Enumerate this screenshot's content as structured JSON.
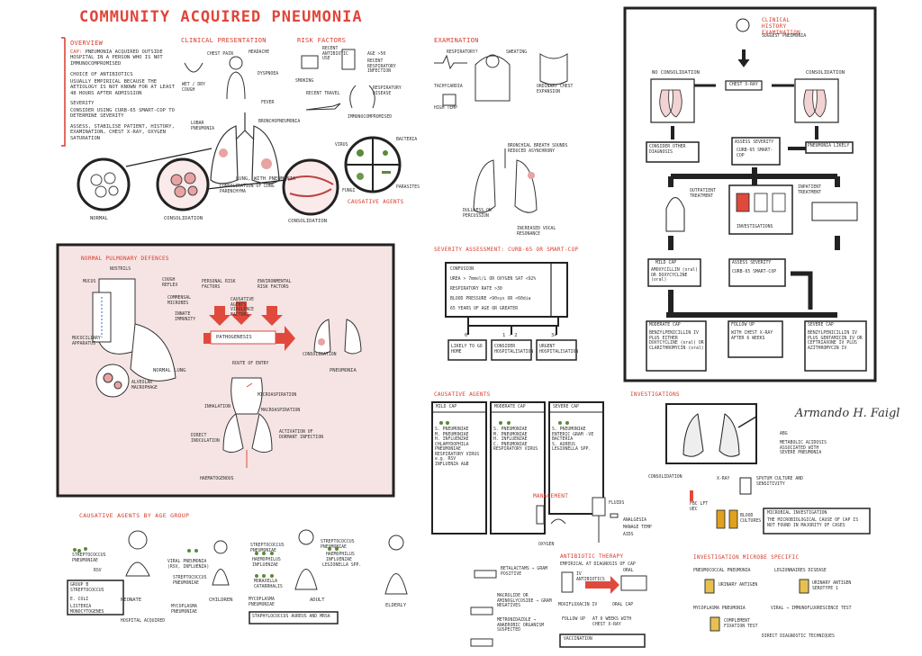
{
  "title": "COMMUNITY ACQUIRED PNEUMONIA",
  "signature": "Armando H. Faigl",
  "overview": {
    "heading": "OVERVIEW",
    "cap_label": "CAP:",
    "cap_text": "PNEUMONIA ACQUIRED OUTSIDE HOSPITAL IN A PERSON WHO IS NOT IMMUNOCOMPROMISED",
    "choice_label": "CHOICE OF ANTIBIOTICS",
    "choice_text": "USUALLY EMPIRICAL BECAUSE THE AETIOLOGY IS NOT KNOWN FOR AT LEAST 48 HOURS AFTER ADMISSION",
    "severity_label": "SEVERITY",
    "severity_text": "CONSIDER USING CURB-65 SMART-COP TO DETERMINE SEVERITY",
    "assess_text": "ASSESS, STABILISE PATIENT, HISTORY, EXAMINATION, CHEST X-RAY, OXYGEN SATURATION"
  },
  "clinical_presentation": {
    "heading": "CLINICAL PRESENTATION",
    "items": [
      "CHEST PAIN",
      "HEADACHE",
      "DYSPNOEA",
      "WET / DRY COUGH",
      "FEVER"
    ]
  },
  "risk_factors": {
    "heading": "RISK FACTORS",
    "items": [
      "RECENT ANTIBIOTIC USE",
      "AGE >50",
      "RECENT RESPIRATORY INFECTION",
      "SMOKING",
      "RECENT TRAVEL",
      "RESPIRATORY DISEASE",
      "IMMUNOCOMPROMISED"
    ]
  },
  "examination": {
    "heading": "EXAMINATION",
    "items": [
      "RESPIRATORY?",
      "SWEATING",
      "TACHYCARDIA",
      "ORDINARY CHEST EXPANSION",
      "HIGH TEMP",
      "BRONCHIAL BREATH SOUNDS REDUCED ASYNCHRONY",
      "DULLNESS ON PERCUSSION",
      "INCREASED VOCAL RESONANCE"
    ]
  },
  "lungs": {
    "normal": "NORMAL",
    "consolidation_1": "CONSOLIDATION",
    "consolidation_2": "CONSOLIDATION",
    "lobar": "LOBAR PNEUMONIA",
    "broncho": "BRONCHOPNEUMONIA",
    "caption": "LUNG, WITH PNEUMONIA",
    "caption2": "CONSOLIDATION OF LUNG PARENCHYMA"
  },
  "agents_circle": {
    "heading": "CAUSATIVE AGENTS",
    "items": [
      "VIRUS",
      "BACTERIA",
      "FUNGI",
      "PARASITES"
    ]
  },
  "defences": {
    "heading": "NORMAL PULMONARY DEFENCES",
    "items": [
      "NOSTRILS",
      "MUCUS",
      "COUGH REFLEX",
      "COMMENSAL MICROBES",
      "INNATE IMMUNITY",
      "MUCOCILIARY APPARATUS",
      "ALVEOLAR MACROPHAGE"
    ],
    "personal": "PERSONAL RISK FACTORS",
    "environment": "ENVIRONMENTAL RISK FACTORS",
    "causative": "CAUSATIVE AGENTS VIRULENCE FACTORS",
    "pathogenesis": "PATHOGENESIS",
    "normal_lung": "NORMAL LUNG",
    "consolidation": "CONSOLIDATION",
    "pneumonia": "PNEUMONIA",
    "route": "ROUTE OF ENTRY",
    "routes": [
      "INHALATION",
      "MICROASPIRATION",
      "MACROASPIRATION",
      "DIRECT INOCULATION",
      "ACTIVATION OF DORMANT INFECTION",
      "HAEMATOGENOUS"
    ]
  },
  "severity": {
    "heading": "SEVERITY ASSESSMENT: CURB-65 OR SMART-COP",
    "lines": [
      "CONFUSION",
      "UREA > 7mmol/L OR OXYGEN SAT <92%",
      "RESPIRATORY RATE >30",
      "BLOOD PRESSURE <90sys OR <60dia",
      "65 YEARS OF AGE OR GREATER"
    ],
    "scores": [
      "0",
      "1 - 2",
      "3+"
    ],
    "outcomes": [
      "LIKELY TO GO HOME",
      "CONSIDER HOSPITALISATION",
      "URGENT HOSPITALISATION"
    ]
  },
  "history": {
    "heading": "CLINICAL HISTORY EXAMINATION",
    "suggest": "SUGGEST PNEUMONIA",
    "no_consolidation": "NO CONSOLIDATION",
    "consolidation": "CONSOLIDATION",
    "chest_xray": "CHEST X-RAY",
    "consider_other": "CONSIDER OTHER DIAGNOSIS",
    "pneumonia_likely": "PNEUMONIA LIKELY",
    "assess_severity": "ASSESS SEVERITY",
    "curb": "CURB-65 SMART-COP",
    "outpatient": "OUTPATIENT TREATMENT",
    "inpatient": "INPATIENT TREATMENT",
    "investigations": "INVESTIGATIONS",
    "mild_heading": "MILD CAP",
    "mild_text": "AMOXYCILLIN (oral) OR DOXYCYCLINE (oral)",
    "assess_severity2": "ASSESS SEVERITY",
    "curb2": "CURB-65 SMART-COP",
    "moderate_heading": "MODERATE CAP",
    "moderate_text": "BENZYLPENICILLIN IV PLUS EITHER DOXYCYCLINE (oral) OR CLARITHROMYCIN (oral)",
    "follow_heading": "FOLLOW UP",
    "follow_text": "WITH CHEST X-RAY AFTER 6 WEEKS",
    "severe_heading": "SEVERE CAP",
    "severe_text": "BENZYLPENICILLIN IV PLUS GENTAMICIN IV OR CEFTRIAXONE IV PLUS AZITHROMYCIN IV"
  },
  "agents_table": {
    "heading": "CAUSATIVE AGENTS",
    "mild_heading": "MILD CAP",
    "mild": [
      "S. PNEUMONIAE",
      "M. PNEUMONIAE",
      "H. INFLUENZAE",
      "CHLAMYDOPHILA PNEUMONIAE",
      "RESPIRATORY VIRUS e.g. RSV",
      "INFLUENZA A&B"
    ],
    "moderate_heading": "MODERATE CAP",
    "moderate": [
      "S. PNEUMONIAE",
      "M. PNEUMONIAE",
      "H. INFLUENZAE",
      "C. PNEUMONIAE",
      "RESPIRATORY VIRUS"
    ],
    "severe_heading": "SEVERE CAP",
    "severe": [
      "S. PNEUMONIAE",
      "ENTERIC GRAM -VE BACTERIA",
      "S. AUREUS",
      "LEGIONELLA SPP."
    ]
  },
  "investigations_panel": {
    "heading": "INVESTIGATIONS",
    "items": [
      "CONSOLIDATION",
      "X-RAY",
      "ABG",
      "METABOLIC ACIDOSIS ASSOCIATED WITH SEVERE PNEUMONIA",
      "SPUTUM CULTURE AND SENSITIVITY",
      "FBC LFT UEC",
      "BLOOD CULTURES"
    ],
    "micro_heading": "MICROBIAL INVESTIGATION",
    "micro_text": "THE MICROBIOLOGICAL CAUSE OF CAP IS NOT FOUND IN MAJORITY OF CASES"
  },
  "management": {
    "heading": "MANAGEMENT",
    "items": [
      "FLUIDS",
      "ANALGESIA",
      "MANAGE TEMP",
      "AIDS",
      "OXYGEN"
    ]
  },
  "antibiotic": {
    "heading": "ANTIBIOTIC THERAPY",
    "sub": "EMPIRICAL AT DIAGNOSIS OF CAP",
    "items": [
      "BETALACTAMS → GRAM POSITIVE",
      "MACROLIDE OR AMINOGLYCOSIDE → GRAM NEGATIVES",
      "IV ANTIBIOTICS",
      "ORAL",
      "MOXIFLOXACIN IV",
      "ORAL CAP",
      "METRONIDAZOLE → ANAEROBIC ORGANISM SUSPECTED"
    ],
    "follow": "FOLLOW UP",
    "follow_text": "AT 6 WEEKS WITH CHEST X-RAY",
    "vaccination": "VACCINATION"
  },
  "microbe": {
    "heading": "INVESTIGATION MICROBE SPECIFIC",
    "items": [
      "PNEUMOCOCCAL PNEUMONIA",
      "LEGIONNAIRES DISEASE",
      "URINARY ANTIGEN",
      "URINARY ANTIGEN SEROTYPE 1",
      "MYCOPLASMA PNEUMONIA",
      "VIRAL → IMMUNOFLUORESCENCE TEST",
      "COMPLEMENT FIXATION TEST",
      "DIRECT DIAGNOSTIC TECHNIQUES"
    ]
  },
  "age_group": {
    "heading": "CAUSATIVE AGENTS BY AGE GROUP",
    "neonate_label": "NEONATE",
    "neonate": [
      "STREPTOCOCCUS PNEUMONIAE",
      "RSV",
      "GROUP B STREPTOCOCCUS",
      "E. COLI",
      "LISTERIA MONOCYTOGENES",
      "HOSPITAL ACQUIRED"
    ],
    "children_label": "CHILDREN",
    "children": [
      "VIRAL PNEUMONIA (RSV, INFLUENZA)",
      "STREPTOCOCCUS PNEUMONIAE",
      "MYCOPLASMA PNEUMONIAE"
    ],
    "adult_label": "ADULT",
    "adult": [
      "STREPTOCOCCUS PNEUMONIAE",
      "HAEMOPHILUS INFLUENZAE",
      "MORAXELLA CATARRHALIS",
      "MYCOPLASMA PNEUMONIAE",
      "STAPHYLOCOCCUS AUREUS AND MRSA",
      "LEGIONELLA SPP."
    ],
    "elderly_label": "ELDERLY",
    "elderly": [
      "STREPTOCOCCUS PNEUMONIAE",
      "HAEMOPHILUS INFLUENZAE"
    ]
  }
}
